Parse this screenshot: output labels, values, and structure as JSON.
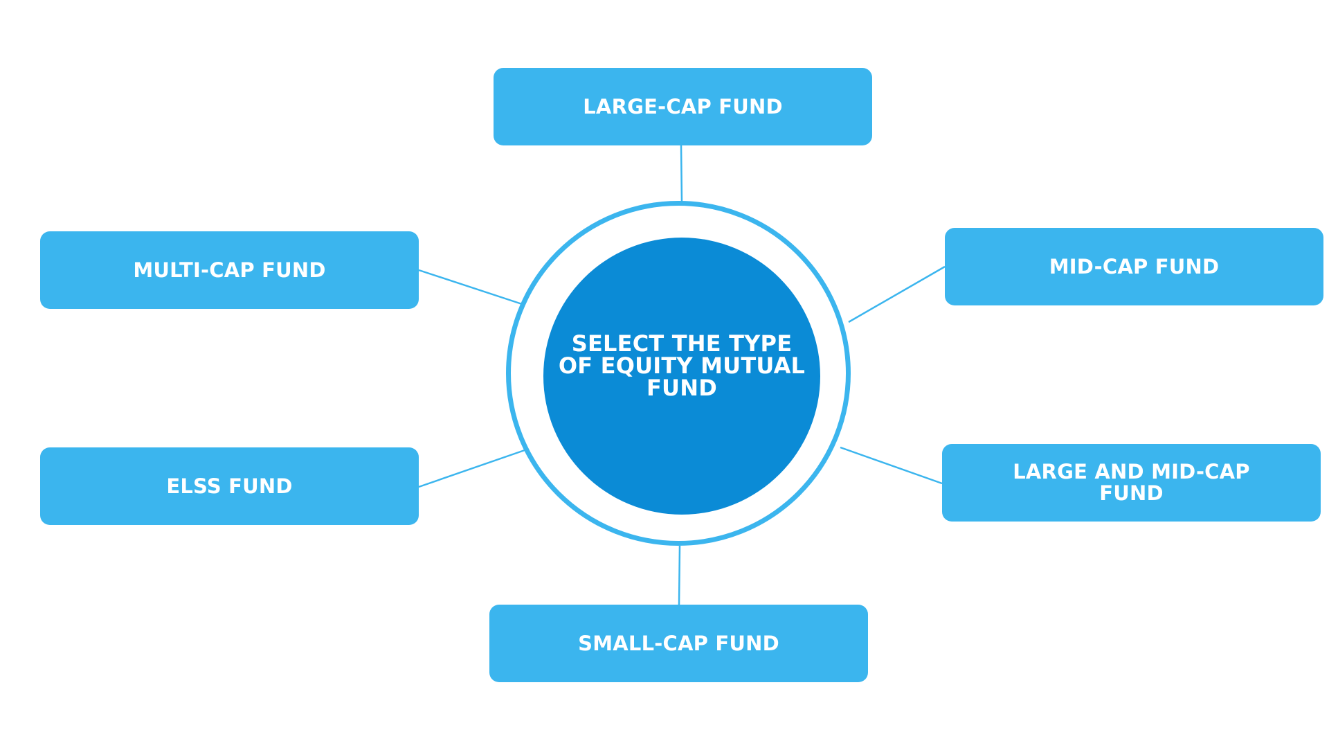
{
  "colors": {
    "box_fill": "#3bb5ee",
    "hub_fill": "#0b8bd6",
    "ring_stroke": "#3bb5ee",
    "connector": "#3bb5ee",
    "label_text": "#ffffff"
  },
  "center": {
    "label": "SELECT THE TYPE OF EQUITY MUTUAL FUND"
  },
  "fund_types": [
    {
      "id": "large-cap",
      "label": "LARGE-CAP FUND"
    },
    {
      "id": "mid-cap",
      "label": "MID-CAP FUND"
    },
    {
      "id": "large-and-mid-cap",
      "label": "LARGE AND MID-CAP FUND"
    },
    {
      "id": "small-cap",
      "label": "SMALL-CAP FUND"
    },
    {
      "id": "elss",
      "label": "ELSS FUND"
    },
    {
      "id": "multi-cap",
      "label": "MULTI-CAP FUND"
    }
  ]
}
